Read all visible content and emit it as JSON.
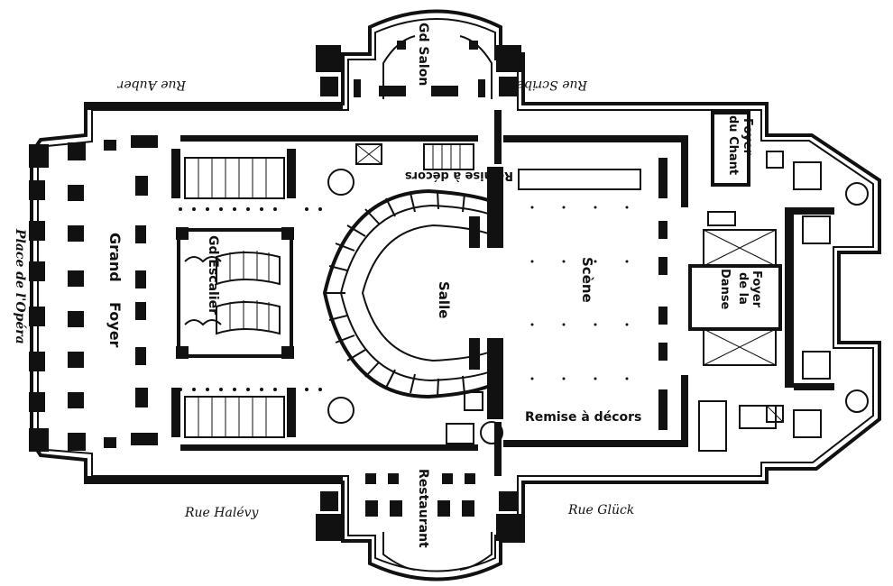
{
  "plan": {
    "labels": {
      "grand_salon": "Gd Salon",
      "rue_auber": "Rue Auber",
      "rue_scribe": "Rue Scribe",
      "place_opera": "Place de l'Opéra",
      "grand_foyer_1": "Grand",
      "grand_foyer_2": "Foyer",
      "grand_escalier": "Gd Escalier",
      "salle": "Salle",
      "scene": "Scène",
      "remise_top": "Remise à décors",
      "remise_bottom": "Remise à décors",
      "foyer_chant_1": "Foyer",
      "foyer_chant_2": "du Chant",
      "foyer_danse_1": "Foyer",
      "foyer_danse_2": "de la",
      "foyer_danse_3": "Danse",
      "rue_halevy": "Rue Halévy",
      "rue_gluck": "Rue Glück",
      "restaurant": "Restaurant"
    }
  }
}
